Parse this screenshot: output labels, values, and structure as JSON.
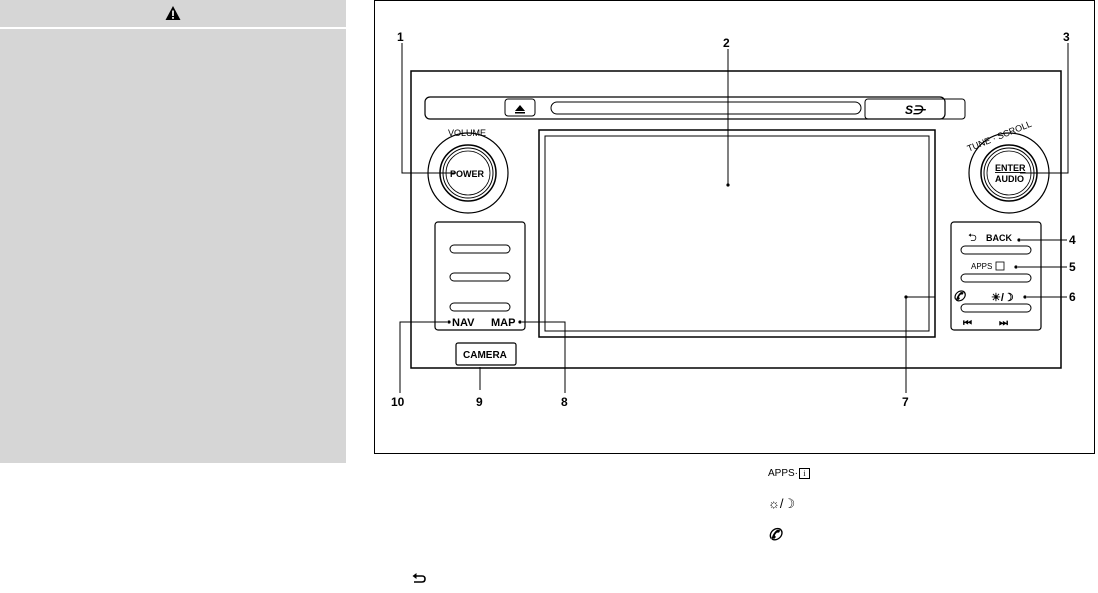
{
  "warning": {
    "icon": "warning-triangle-icon",
    "body_text": ""
  },
  "figure": {
    "callouts": [
      "1",
      "2",
      "3",
      "4",
      "5",
      "6",
      "7",
      "8",
      "9",
      "10"
    ],
    "knob_left_label": "VOLUME",
    "power_label": "POWER",
    "knob_right_label": "TUNE · SCROLL",
    "enter_label": "ENTER",
    "audio_label": "AUDIO",
    "back_label": "BACK",
    "apps_label": "APPS",
    "nav_label": "NAV",
    "map_label": "MAP",
    "camera_label": "CAMERA"
  },
  "legend": {
    "apps_label": "APPS·",
    "apps_icon": "info-box-icon",
    "brightness_icon": "day-night-icon",
    "phone_icon": "phone-icon",
    "back_icon": "back-arrow-icon"
  }
}
